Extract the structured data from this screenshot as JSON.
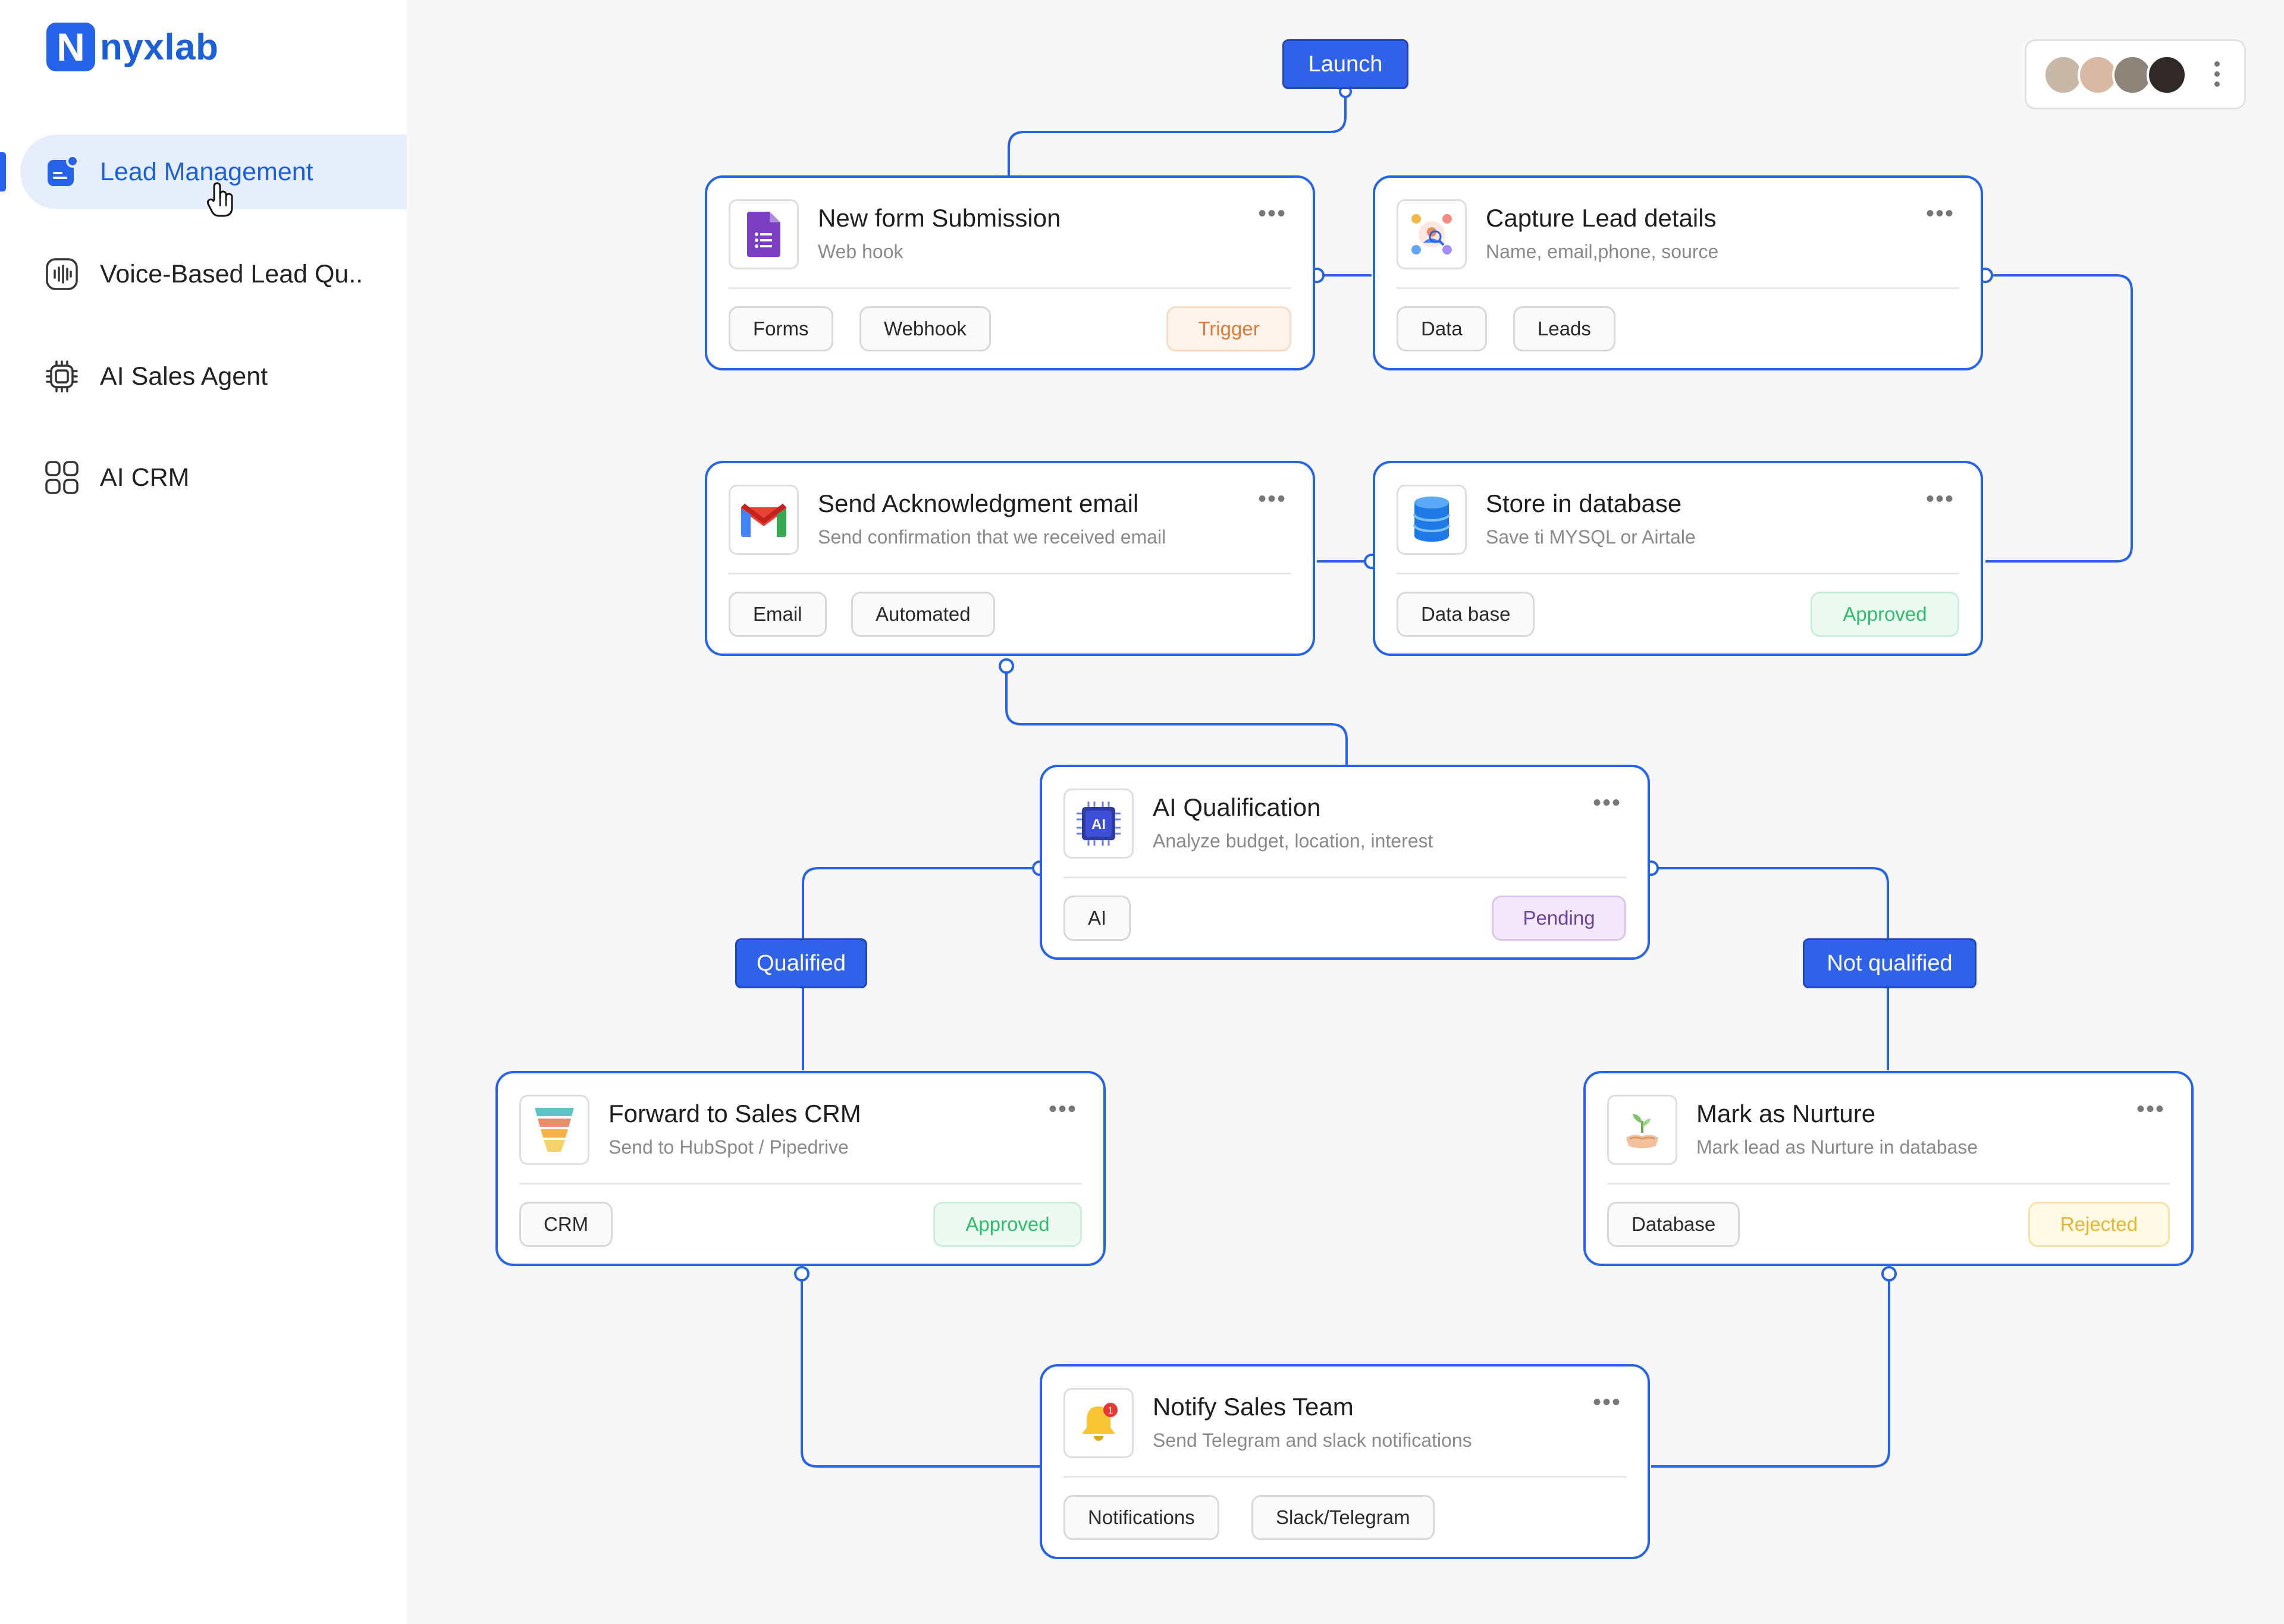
{
  "app": {
    "logo_letter": "N",
    "name": "nyxlab"
  },
  "sidebar": {
    "items": [
      {
        "label": "Lead Management",
        "icon": "lead-management-icon",
        "active": true
      },
      {
        "label": "Voice-Based Lead Qu..",
        "icon": "voice-waveform-icon",
        "active": false
      },
      {
        "label": "AI Sales Agent",
        "icon": "chip-icon",
        "active": false
      },
      {
        "label": "AI CRM",
        "icon": "grid-apps-icon",
        "active": false
      }
    ]
  },
  "header": {
    "avatars": [
      "avatar-1",
      "avatar-2",
      "avatar-3",
      "avatar-4"
    ],
    "menu_icon": "kebab-menu-icon"
  },
  "flow": {
    "launch_label": "Launch",
    "qualified_label": "Qualified",
    "not_qualified_label": "Not qualified",
    "more_glyph": "•••",
    "nodes": [
      {
        "title": "New form Submission",
        "subtitle": "Web hook",
        "icon": "google-forms-icon",
        "tags": [
          "Forms",
          "Webhook"
        ],
        "status": "Trigger"
      },
      {
        "title": "Capture Lead details",
        "subtitle": "Name, email,phone, source",
        "icon": "lead-capture-icon",
        "tags": [
          "Data",
          "Leads"
        ],
        "status": ""
      },
      {
        "title": "Send Acknowledgment email",
        "subtitle": "Send confirmation that we received email",
        "icon": "gmail-icon",
        "tags": [
          "Email",
          "Automated"
        ],
        "status": ""
      },
      {
        "title": "Store in database",
        "subtitle": "Save ti MYSQL or Airtale",
        "icon": "database-icon",
        "tags": [
          "Data base"
        ],
        "status": "Approved"
      },
      {
        "title": "AI Qualification",
        "subtitle": "Analyze budget, location, interest",
        "icon": "ai-chip-icon",
        "icon_text": "AI",
        "tags": [
          "AI"
        ],
        "status": "Pending"
      },
      {
        "title": "Forward to Sales CRM",
        "subtitle": "Send to HubSpot / Pipedrive",
        "icon": "funnel-icon",
        "tags": [
          "CRM"
        ],
        "status": "Approved"
      },
      {
        "title": "Mark as Nurture",
        "subtitle": "Mark lead as Nurture in database",
        "icon": "nurture-plant-icon",
        "tags": [
          "Database"
        ],
        "status": "Rejected"
      },
      {
        "title": "Notify Sales Team",
        "subtitle": "Send Telegram and slack notifications",
        "icon": "notification-bell-icon",
        "badge": "1",
        "tags": [
          "Notifications",
          "Slack/Telegram"
        ],
        "status": ""
      }
    ]
  },
  "colors": {
    "accent": "#2563eb",
    "brand": "#1d5fd8",
    "trigger": "#e07b3a",
    "approved": "#2fbd6c",
    "pending": "#6b4399",
    "rejected": "#e5b632"
  }
}
